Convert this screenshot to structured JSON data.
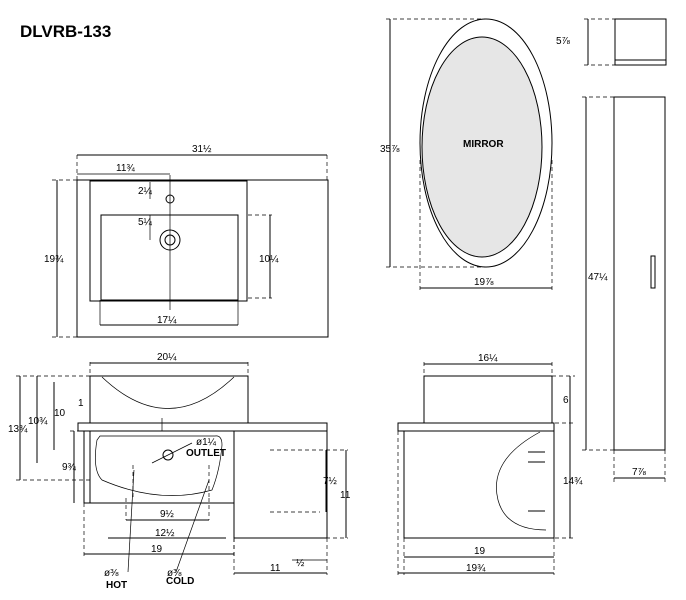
{
  "title": "DLVRB-133",
  "labels": {
    "mirror": "MIRROR",
    "outlet": "OUTLET",
    "hot": "HOT",
    "cold": "COLD"
  },
  "dimensions": {
    "top_width": "31½",
    "top_depth": "19¾",
    "tap_offset": "11¾",
    "tap_to_edge": "2¼",
    "drain_offset": "5¼",
    "basin_inner_depth": "10¼",
    "basin_inner_width": "17¼",
    "basin_width": "20¼",
    "front_height_total": "13¾",
    "front_height_a": "10¾",
    "front_height_b": "10",
    "front_small": "1",
    "outlet_dia": "ø1¼",
    "drain_height": "9¾",
    "outlet_offset": "9½",
    "pipe_span": "12½",
    "cabinet_width": "19",
    "hot_dia": "ø⅜",
    "cold_dia": "ø⅜",
    "open_shelf_height": "7½",
    "shelf_height": "11",
    "shelf_width": "11",
    "shelf_gap": "½",
    "side_basin_width": "16¼",
    "side_basin_height": "6",
    "side_height": "14¾",
    "side_inner": "19",
    "side_total": "19¾",
    "mirror_height": "35⅞",
    "mirror_width": "19⅞",
    "cab_top_height": "5⅞",
    "tall_cab_height": "47¼",
    "tall_cab_width": "7⅞"
  }
}
